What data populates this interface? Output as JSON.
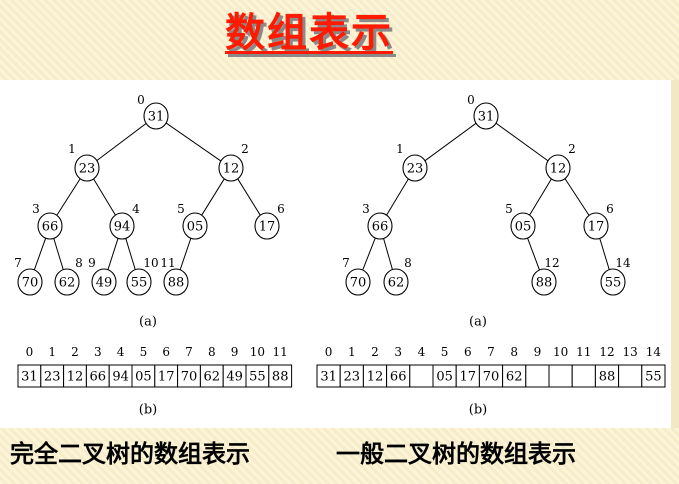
{
  "title": "数组表示",
  "captions": {
    "left": "完全二叉树的数组表示",
    "right": "一般二叉树的数组表示"
  },
  "left_tree": {
    "nodes": [
      {
        "index": "0",
        "value": "31"
      },
      {
        "index": "1",
        "value": "23"
      },
      {
        "index": "2",
        "value": "12"
      },
      {
        "index": "3",
        "value": "66"
      },
      {
        "index": "4",
        "value": "94"
      },
      {
        "index": "5",
        "value": "05"
      },
      {
        "index": "6",
        "value": "17"
      },
      {
        "index": "7",
        "value": "70"
      },
      {
        "index": "8",
        "value": "62"
      },
      {
        "index": "9",
        "value": "49"
      },
      {
        "index": "10",
        "value": "55"
      },
      {
        "index": "11",
        "value": "88"
      }
    ],
    "edges": [
      [
        "0",
        "1"
      ],
      [
        "0",
        "2"
      ],
      [
        "1",
        "3"
      ],
      [
        "1",
        "4"
      ],
      [
        "2",
        "5"
      ],
      [
        "2",
        "6"
      ],
      [
        "3",
        "7"
      ],
      [
        "3",
        "8"
      ],
      [
        "4",
        "9"
      ],
      [
        "4",
        "10"
      ],
      [
        "5",
        "11"
      ]
    ],
    "tree_label": "(a)",
    "array_label": "(b)",
    "array": {
      "indices": [
        "0",
        "1",
        "2",
        "3",
        "4",
        "5",
        "6",
        "7",
        "8",
        "9",
        "10",
        "11"
      ],
      "values": [
        "31",
        "23",
        "12",
        "66",
        "94",
        "05",
        "17",
        "70",
        "62",
        "49",
        "55",
        "88"
      ]
    }
  },
  "right_tree": {
    "nodes": [
      {
        "index": "0",
        "value": "31"
      },
      {
        "index": "1",
        "value": "23"
      },
      {
        "index": "2",
        "value": "12"
      },
      {
        "index": "3",
        "value": "66"
      },
      {
        "index": "5",
        "value": "05"
      },
      {
        "index": "6",
        "value": "17"
      },
      {
        "index": "7",
        "value": "70"
      },
      {
        "index": "8",
        "value": "62"
      },
      {
        "index": "12",
        "value": "88"
      },
      {
        "index": "14",
        "value": "55"
      }
    ],
    "edges": [
      [
        "0",
        "1"
      ],
      [
        "0",
        "2"
      ],
      [
        "1",
        "3"
      ],
      [
        "2",
        "5"
      ],
      [
        "2",
        "6"
      ],
      [
        "3",
        "7"
      ],
      [
        "3",
        "8"
      ],
      [
        "5",
        "12"
      ],
      [
        "6",
        "14"
      ]
    ],
    "tree_label": "(a)",
    "array_label": "(b)",
    "array": {
      "indices": [
        "0",
        "1",
        "2",
        "3",
        "4",
        "5",
        "6",
        "7",
        "8",
        "9",
        "10",
        "11",
        "12",
        "13",
        "14"
      ],
      "values": [
        "31",
        "23",
        "12",
        "66",
        "",
        "05",
        "17",
        "70",
        "62",
        "",
        "",
        "",
        "88",
        "",
        "55"
      ]
    }
  }
}
